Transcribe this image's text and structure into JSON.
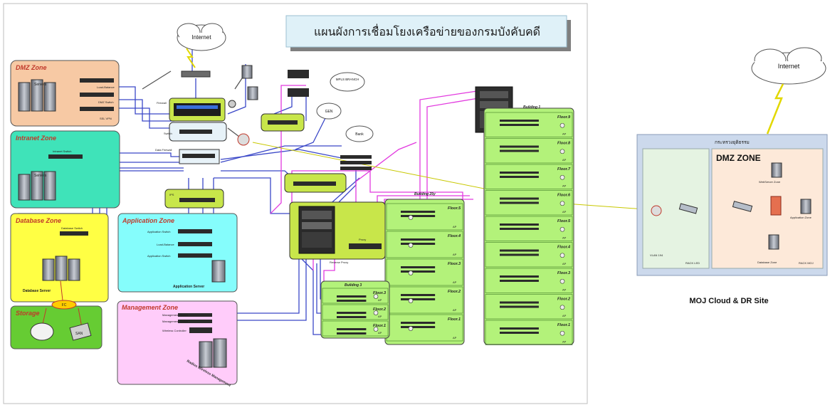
{
  "title": "แผนผังการเชื่อมโยงเครือข่ายของกรมบังคับคดี",
  "clouds": {
    "internet_main": "Internet",
    "internet_cloud": "Internet",
    "mpls": "MPLS\nBRANCH",
    "gen": "GEN",
    "bank": "Bank"
  },
  "zones": {
    "dmz": "DMZ Zone",
    "intranet": "Intranet Zone",
    "database": "Database Zone",
    "storage": "Storage",
    "application": "Application Zone",
    "management": "Management Zone"
  },
  "devices": {
    "load_balance": "Load-Balance",
    "dmz_switch": "DMZ Switch",
    "ssl_vpn": "SSL VPN",
    "servers": "Servers",
    "intranet_switch": "Intranet Switch",
    "database_switch": "Database Switch",
    "database_server": "Database Server",
    "fc": "FC",
    "san": "SAN",
    "firewall": "Firewall",
    "switch": "Switch",
    "data_firewall": "Data Firewall",
    "ips": "IPS",
    "app_switch": "Application Switch",
    "app_lb": "Load-Balance",
    "app_switch2": "Application Switch",
    "app_server": "Application Server",
    "mgmt_switch": "Management Switch",
    "mgmt_switch2": "Management Switch",
    "wireless_controller": "Wireless Controller",
    "mgmt_servers": "Radius Wireless Management",
    "proxy": "Proxy",
    "reverse_proxy": "Reverse Proxy",
    "ap": "AP"
  },
  "buildings": {
    "b1": "Building 1",
    "b25": "Building 25y",
    "b3": "Building 3"
  },
  "b1_floors": [
    "Floor.9",
    "Floor.8",
    "Floor.7",
    "Floor.6",
    "Floor.5",
    "Floor.4",
    "Floor.3",
    "Floor.2",
    "Floor.1"
  ],
  "b25_floors": [
    "Floor.5",
    "Floor.4",
    "Floor.3",
    "Floor.2",
    "Floor.1"
  ],
  "b3_floors": [
    "Floor.3",
    "Floor.2",
    "Floor.1"
  ],
  "dr": {
    "ministry": "กระทรวงยุติธรรม",
    "dmz": "DMZ ZONE",
    "web": "WebServer Zone",
    "app": "Application Zone",
    "db": "Database Zone",
    "vlan": "VLAN 194",
    "rack_left": "RACK LED",
    "rack_right": "RACK MOJ",
    "caption": "MOJ Cloud & DR Site"
  }
}
